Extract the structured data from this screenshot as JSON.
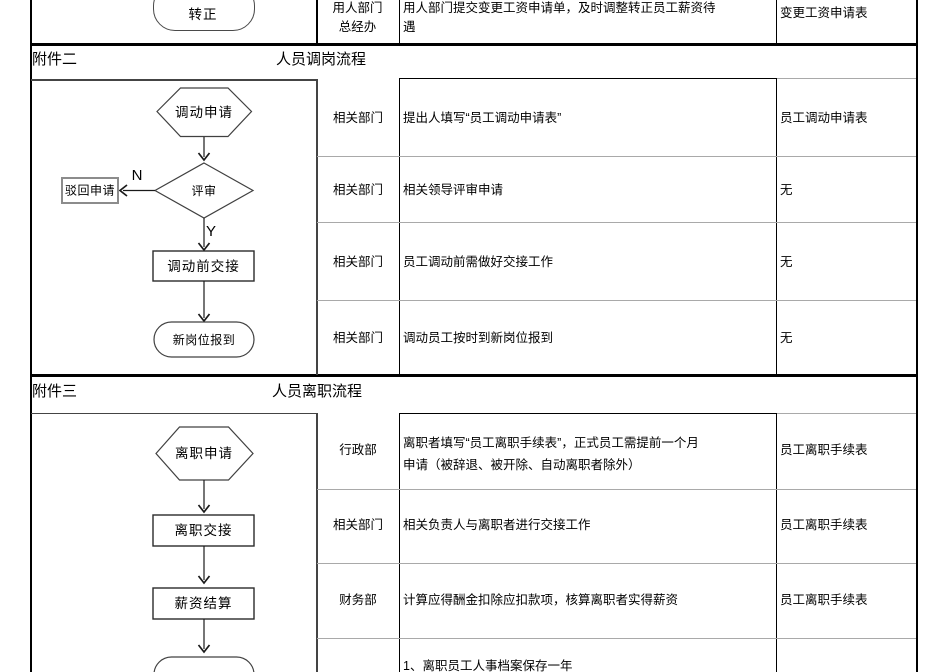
{
  "colors": {
    "text": "#000000",
    "outer_border": "#000000",
    "grid_line": "#a9a9a9",
    "shape_stroke": "#404040",
    "reject_box_stroke": "#8c8c8c",
    "background": "#ffffff"
  },
  "attachment1": {
    "node_label": "转正",
    "department_lines": [
      "用人部门",
      "总经办"
    ],
    "description": "用人部门提交变更工资申请单，及时调整转正员工薪资待遇",
    "form": "变更工资申请表"
  },
  "attachment2": {
    "heading": "附件二",
    "title": "人员调岗流程",
    "flowchart": {
      "start": "调动申请",
      "decision": "评审",
      "no_label": "N",
      "yes_label": "Y",
      "reject": "驳回申请",
      "step": "调动前交接",
      "end": "新岗位报到"
    },
    "rows": [
      {
        "department": "相关部门",
        "description": "提出人填写“员工调动申请表”",
        "form": "员工调动申请表"
      },
      {
        "department": "相关部门",
        "description": "相关领导评审申请",
        "form": "无"
      },
      {
        "department": "相关部门",
        "description": "员工调动前需做好交接工作",
        "form": "无"
      },
      {
        "department": "相关部门",
        "description": "调动员工按时到新岗位报到",
        "form": "无"
      }
    ]
  },
  "attachment3": {
    "heading": "附件三",
    "title": "人员离职流程",
    "flowchart": {
      "start": "离职申请",
      "step1": "离职交接",
      "step2": "薪资结算"
    },
    "rows": [
      {
        "department": "行政部",
        "description": "离职者填写“员工离职手续表”，正式员工需提前一个月申请（被辞退、被开除、自动离职者除外）",
        "form": "员工离职手续表"
      },
      {
        "department": "相关部门",
        "description": "相关负责人与离职者进行交接工作",
        "form": "员工离职手续表"
      },
      {
        "department": "财务部",
        "description": "计算应得酬金扣除应扣款项，核算离职者实得薪资",
        "form": "员工离职手续表"
      },
      {
        "department": "",
        "description": "1、离职员工人事档案保存一年",
        "form": ""
      }
    ]
  }
}
